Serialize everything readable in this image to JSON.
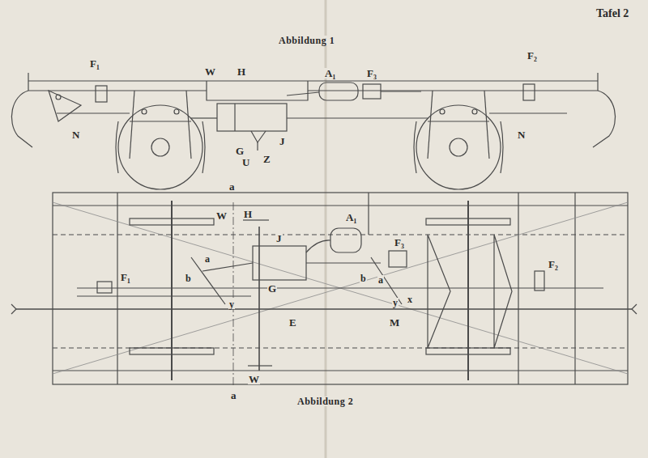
{
  "diagram": {
    "labels": [
      "Tafel 2",
      "Abbildung 1",
      "F₁",
      "W",
      "H",
      "A₁",
      "F₃",
      "F₂",
      "N",
      "G",
      "U",
      "Z",
      "J",
      "N",
      "a",
      "W",
      "H",
      "A₁",
      "J",
      "F₃",
      "F₁",
      "F₂",
      "G",
      "E",
      "b",
      "a",
      "y",
      "b",
      "a",
      "y",
      "x",
      "M",
      "W",
      "a",
      "Abbildung 2"
    ]
  }
}
